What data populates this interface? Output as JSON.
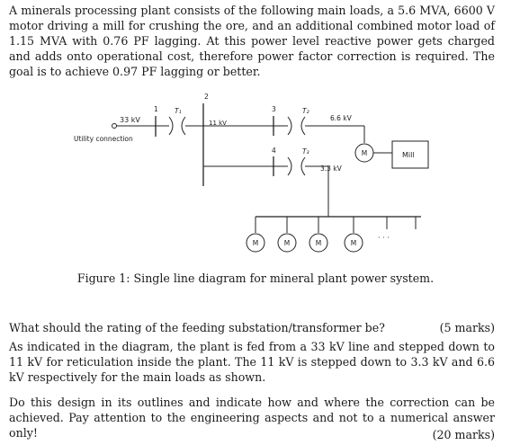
{
  "intro": "A minerals processing plant consists of the following main loads, a 5.6 MVA, 6600 V motor driving a mill for crushing the ore, and an additional combined motor load of 1.15 MVA with 0.76 PF lagging. At this power level reactive power gets charged and adds onto operational cost, therefore power factor correction is required. The goal is to achieve 0.97 PF lagging or better.",
  "diagram": {
    "labels": {
      "kv33": "33 kV",
      "utility": "Utility connection",
      "kv11": "11 kV",
      "kv66": "6.6 kV",
      "kv33b": "3.3 kV",
      "mill": "Mill"
    },
    "bus_numbers": [
      "1",
      "2",
      "3",
      "4"
    ],
    "transformers": [
      "T₁",
      "T₂",
      "T₃"
    ],
    "motor_symbol": "M",
    "ellipsis": "· · ·"
  },
  "caption": "Figure 1: Single line diagram for mineral plant power system.",
  "question1": {
    "text": "What should the rating of the feeding substation/transformer be?",
    "marks": "(5 marks)"
  },
  "paragraph2": "As indicated in the diagram, the plant is fed from a 33 kV line and stepped down to 11 kV for reticulation inside the plant. The 11 kV is stepped down to 3.3 kV and 6.6 kV respectively for the main loads as shown.",
  "paragraph3": "Do this design in its outlines and indicate how and where the correction can be achieved. Pay attention to the engineering aspects and not to a numerical answer only!",
  "marks20": "(20 marks)"
}
